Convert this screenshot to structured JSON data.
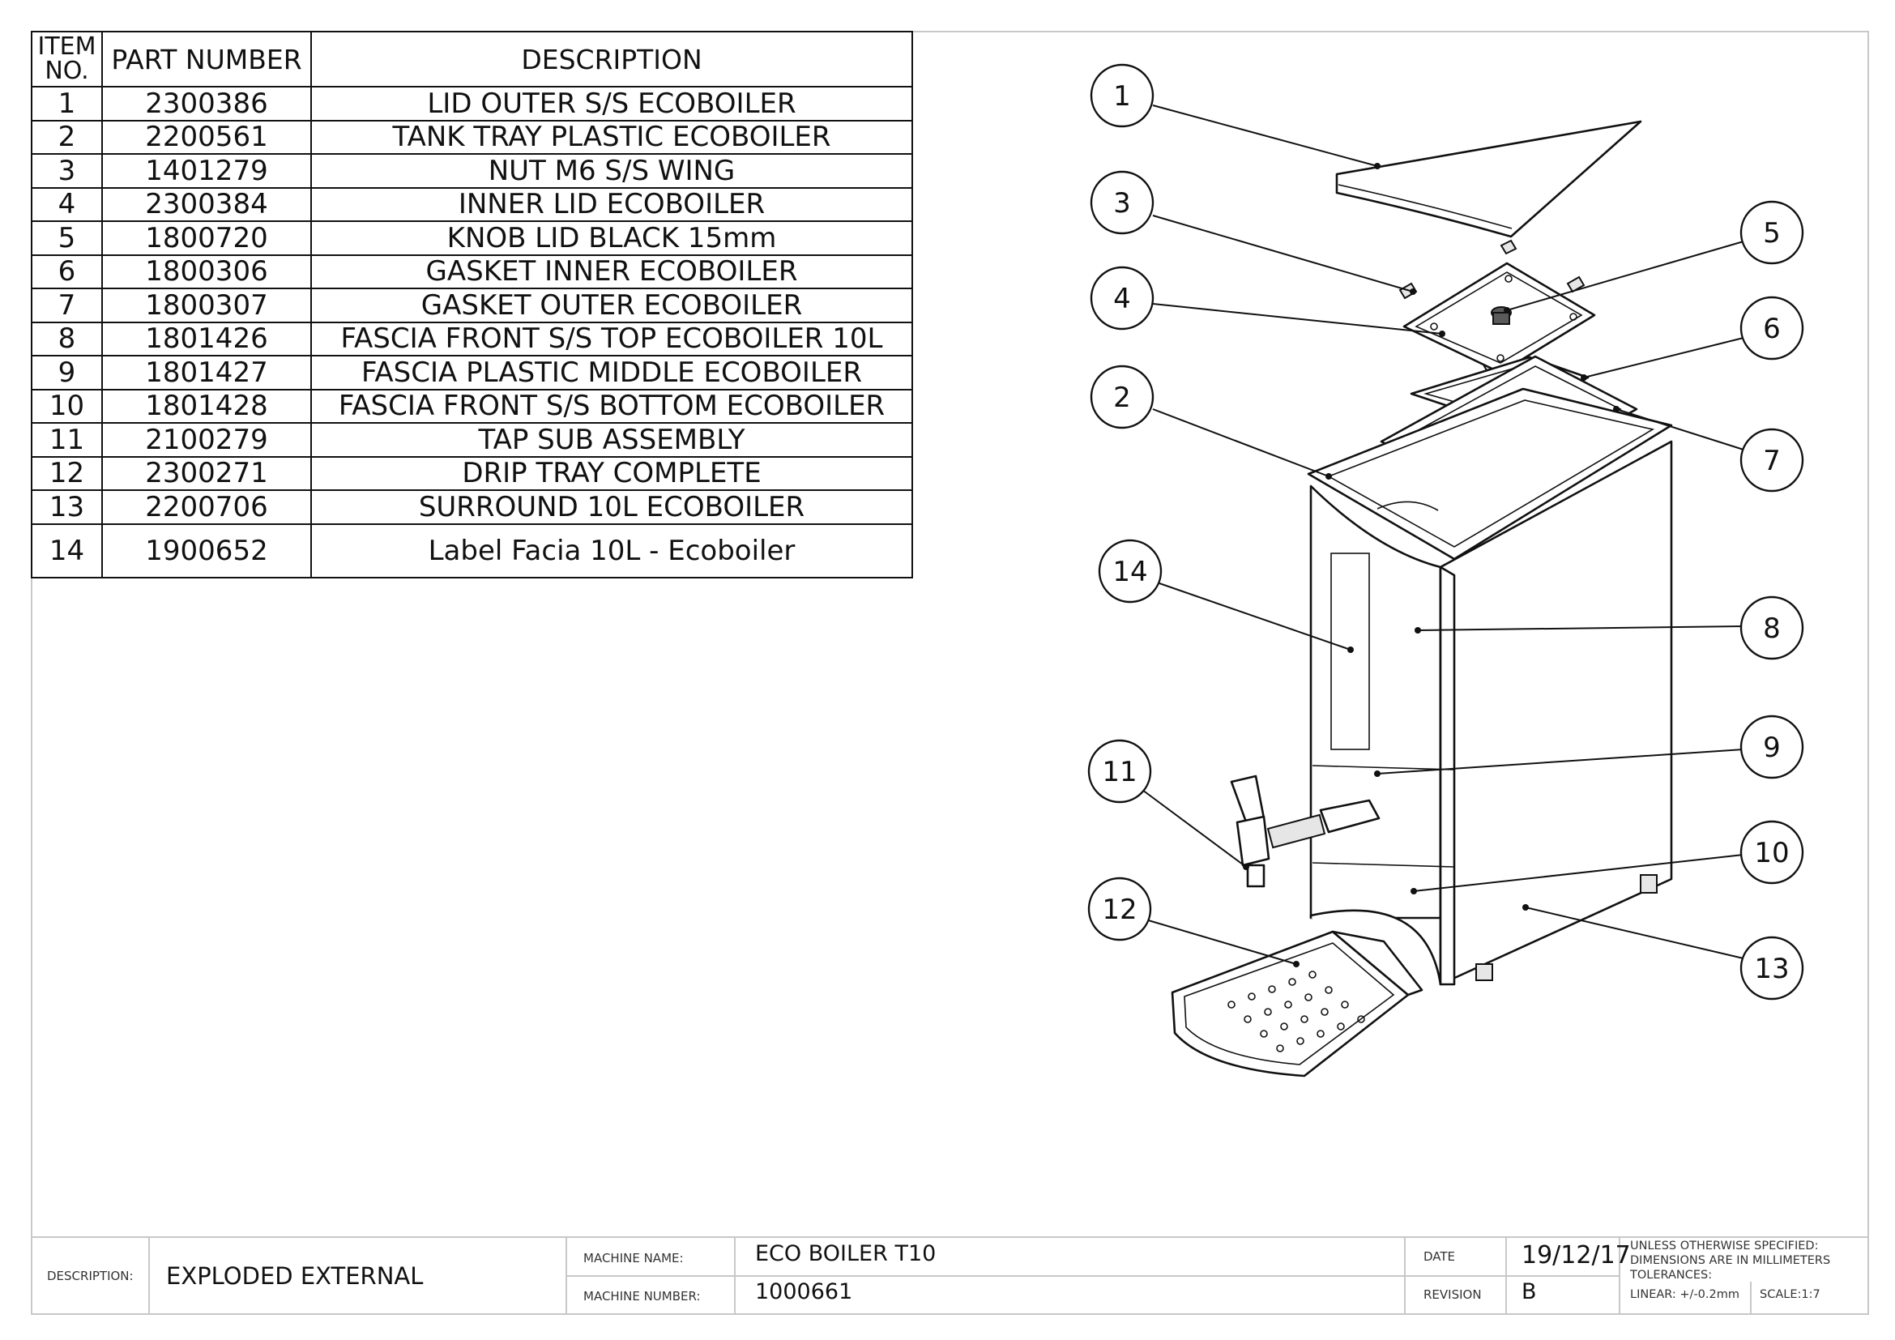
{
  "bom": {
    "headers": {
      "item_line1": "ITEM",
      "item_line2": "NO.",
      "part_number": "PART NUMBER",
      "description": "DESCRIPTION"
    },
    "rows": [
      {
        "item": "1",
        "part_number": "2300386",
        "description": "LID OUTER S/S ECOBOILER"
      },
      {
        "item": "2",
        "part_number": "2200561",
        "description": "TANK TRAY PLASTIC ECOBOILER"
      },
      {
        "item": "3",
        "part_number": "1401279",
        "description": "NUT M6 S/S WING"
      },
      {
        "item": "4",
        "part_number": "2300384",
        "description": "INNER LID ECOBOILER"
      },
      {
        "item": "5",
        "part_number": "1800720",
        "description": "KNOB LID BLACK 15mm"
      },
      {
        "item": "6",
        "part_number": "1800306",
        "description": "GASKET INNER ECOBOILER"
      },
      {
        "item": "7",
        "part_number": "1800307",
        "description": "GASKET OUTER ECOBOILER"
      },
      {
        "item": "8",
        "part_number": "1801426",
        "description": "FASCIA FRONT S/S TOP ECOBOILER 10L"
      },
      {
        "item": "9",
        "part_number": "1801427",
        "description": "FASCIA PLASTIC MIDDLE ECOBOILER"
      },
      {
        "item": "10",
        "part_number": "1801428",
        "description": "FASCIA FRONT S/S BOTTOM ECOBOILER"
      },
      {
        "item": "11",
        "part_number": "2100279",
        "description": "TAP SUB ASSEMBLY"
      },
      {
        "item": "12",
        "part_number": "2300271",
        "description": "DRIP TRAY COMPLETE"
      },
      {
        "item": "13",
        "part_number": "2200706",
        "description": "SURROUND 10L ECOBOILER"
      },
      {
        "item": "14",
        "part_number": "1900652",
        "description": "Label Facia 10L - Ecoboiler"
      }
    ]
  },
  "balloons": [
    "1",
    "3",
    "4",
    "2",
    "14",
    "11",
    "12",
    "5",
    "6",
    "7",
    "8",
    "9",
    "10",
    "13"
  ],
  "title_block": {
    "description_label": "DESCRIPTION:",
    "description_value": "EXPLODED EXTERNAL",
    "machine_name_label": "MACHINE NAME:",
    "machine_name_value": "ECO BOILER T10",
    "machine_number_label": "MACHINE NUMBER:",
    "machine_number_value": "1000661",
    "date_label": "DATE",
    "date_value": "19/12/17",
    "revision_label": "REVISION",
    "revision_value": "B",
    "notes": {
      "line1": "UNLESS OTHERWISE SPECIFIED:",
      "line2": "DIMENSIONS ARE IN MILLIMETERS",
      "line3": "TOLERANCES:",
      "line4": "LINEAR: +/-0.2mm"
    },
    "scale": "SCALE:1:7"
  }
}
